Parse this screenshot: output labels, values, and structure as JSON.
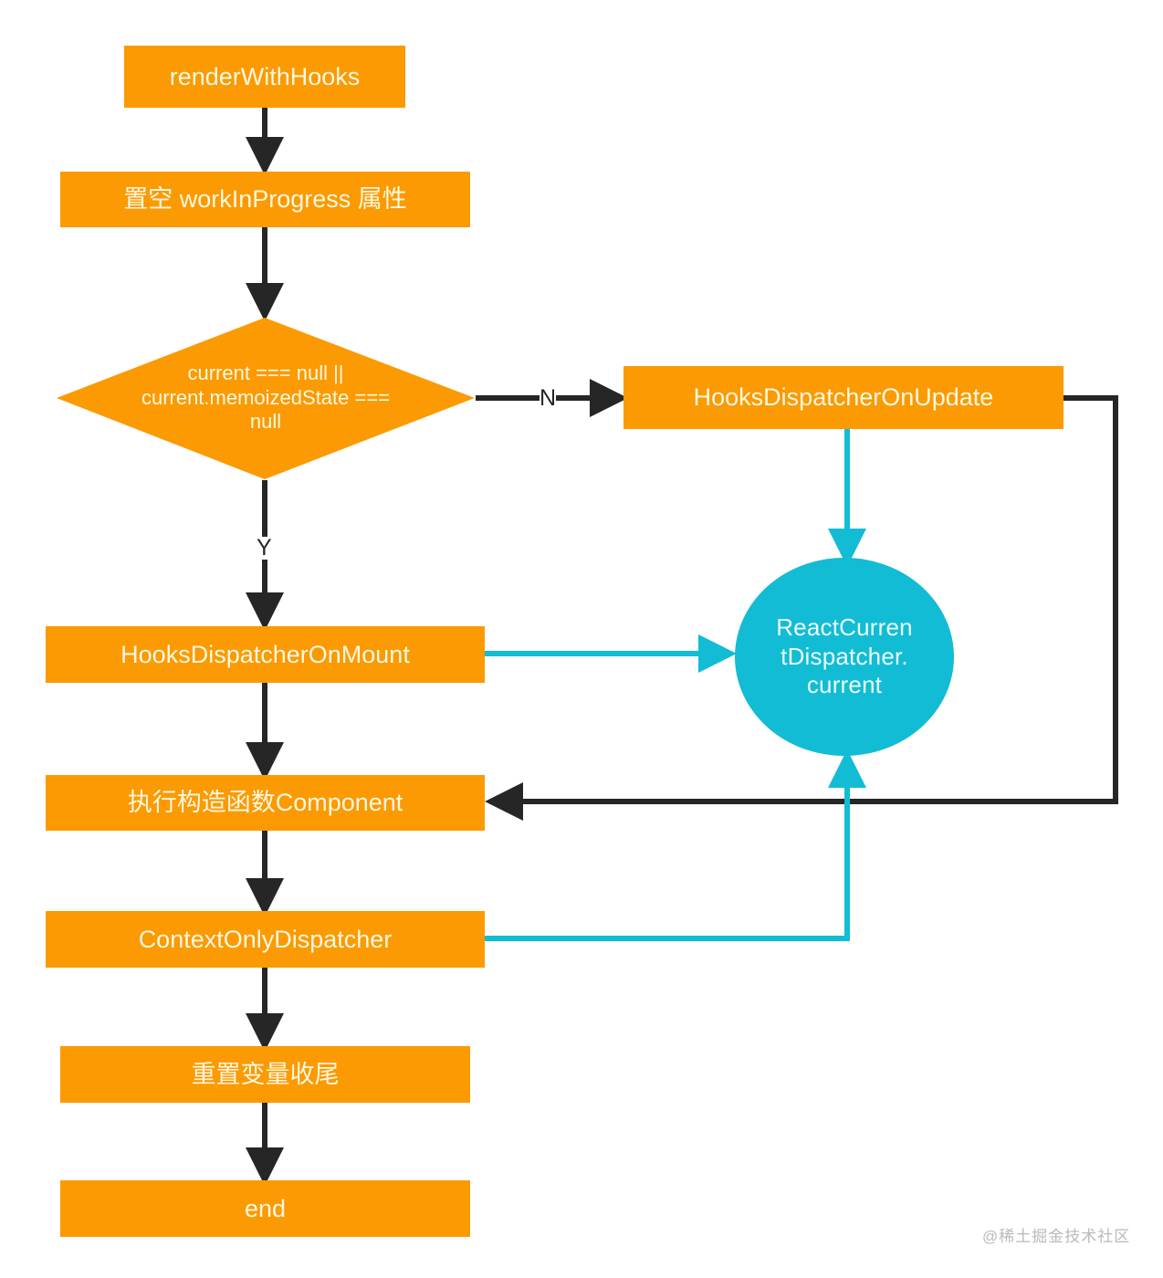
{
  "diagram": {
    "title": "renderWithHooks flowchart",
    "colors": {
      "node_fill": "#fb9a02",
      "node_text": "#fff8e1",
      "circle_fill": "#12bcd4",
      "circle_text": "#eafcff",
      "arrow_dark": "#262626",
      "arrow_cyan": "#12bcd4",
      "background": "#ffffff",
      "watermark_text": "#b9b9b9"
    },
    "nodes": {
      "start": {
        "label": "renderWithHooks",
        "shape": "rect"
      },
      "clear_wip": {
        "label": "置空 workInProgress 属性",
        "shape": "rect"
      },
      "decision": {
        "shape": "diamond",
        "line1": "current === null ||",
        "line2": "current.memoizedState ===",
        "line3": "null"
      },
      "on_update": {
        "label": "HooksDispatcherOnUpdate",
        "shape": "rect"
      },
      "dispatcher_current": {
        "shape": "circle",
        "line1": "ReactCurren",
        "line2": "tDispatcher.",
        "line3": "current"
      },
      "on_mount": {
        "label": "HooksDispatcherOnMount",
        "shape": "rect"
      },
      "run_component": {
        "label": "执行构造函数Component",
        "shape": "rect"
      },
      "context_only": {
        "label": "ContextOnlyDispatcher",
        "shape": "rect"
      },
      "reset_vars": {
        "label": "重置变量收尾",
        "shape": "rect"
      },
      "end": {
        "label": "end",
        "shape": "rect"
      }
    },
    "edge_labels": {
      "no": "N",
      "yes": "Y"
    },
    "watermark": "@稀土掘金技术社区"
  }
}
